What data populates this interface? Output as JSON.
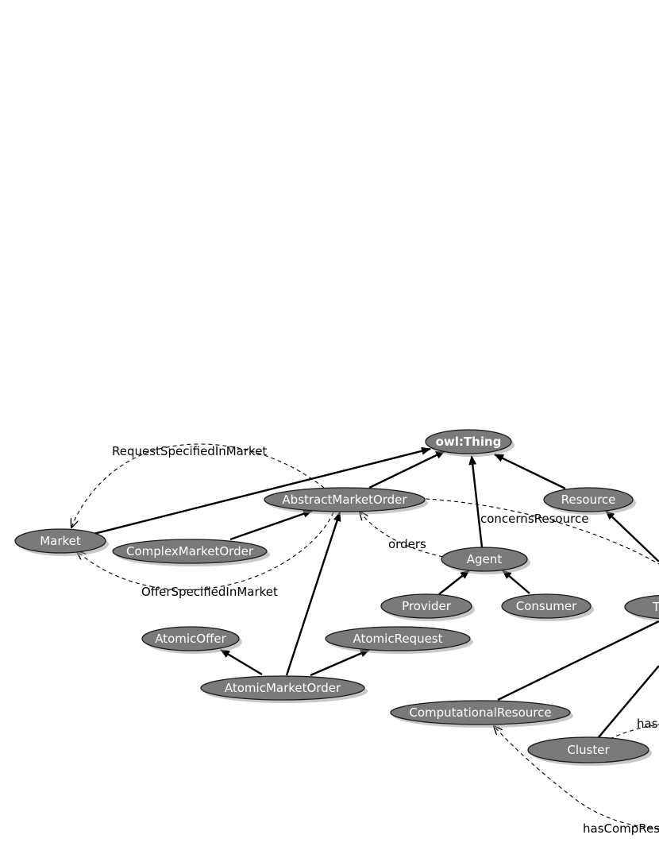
{
  "diagram": {
    "nodes": {
      "owl_thing": "owl:Thing",
      "abstract_market_order": "AbstractMarketOrder",
      "resource": "Resource",
      "market": "Market",
      "complex_market_order": "ComplexMarketOrder",
      "agent": "Agent",
      "provider": "Provider",
      "consumer": "Consumer",
      "t_partial": "T",
      "atomic_offer": "AtomicOffer",
      "atomic_request": "AtomicRequest",
      "atomic_market_order": "AtomicMarketOrder",
      "computational_resource": "ComputationalResource",
      "cluster": "Cluster"
    },
    "edge_labels": {
      "request_specified_in_market": "RequestSpecifiedInMarket",
      "offer_specified_in_market": "OfferSpecifiedInMarket",
      "concerns_resource": "concernsResource",
      "orders": "orders",
      "has_partial": "has",
      "has_comp_res_partial": "hasCompRes"
    }
  }
}
